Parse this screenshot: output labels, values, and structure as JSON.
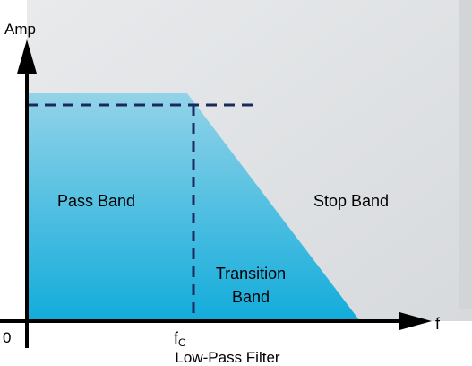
{
  "diagram": {
    "y_axis_label": "Amp",
    "x_axis_label": "f",
    "origin_label": "0",
    "cutoff_label_main": "f",
    "cutoff_label_sub": "C",
    "caption": "Low-Pass Filter",
    "regions": {
      "pass_band": "Pass Band",
      "stop_band": "Stop Band",
      "transition_line1": "Transition",
      "transition_line2": "Band"
    },
    "colors": {
      "background_gray": "#dde0e3",
      "passband_top": "#8fd2e8",
      "passband_bottom": "#16aedb",
      "dashed_line": "#1a2a5e",
      "axes": "#000000"
    }
  }
}
